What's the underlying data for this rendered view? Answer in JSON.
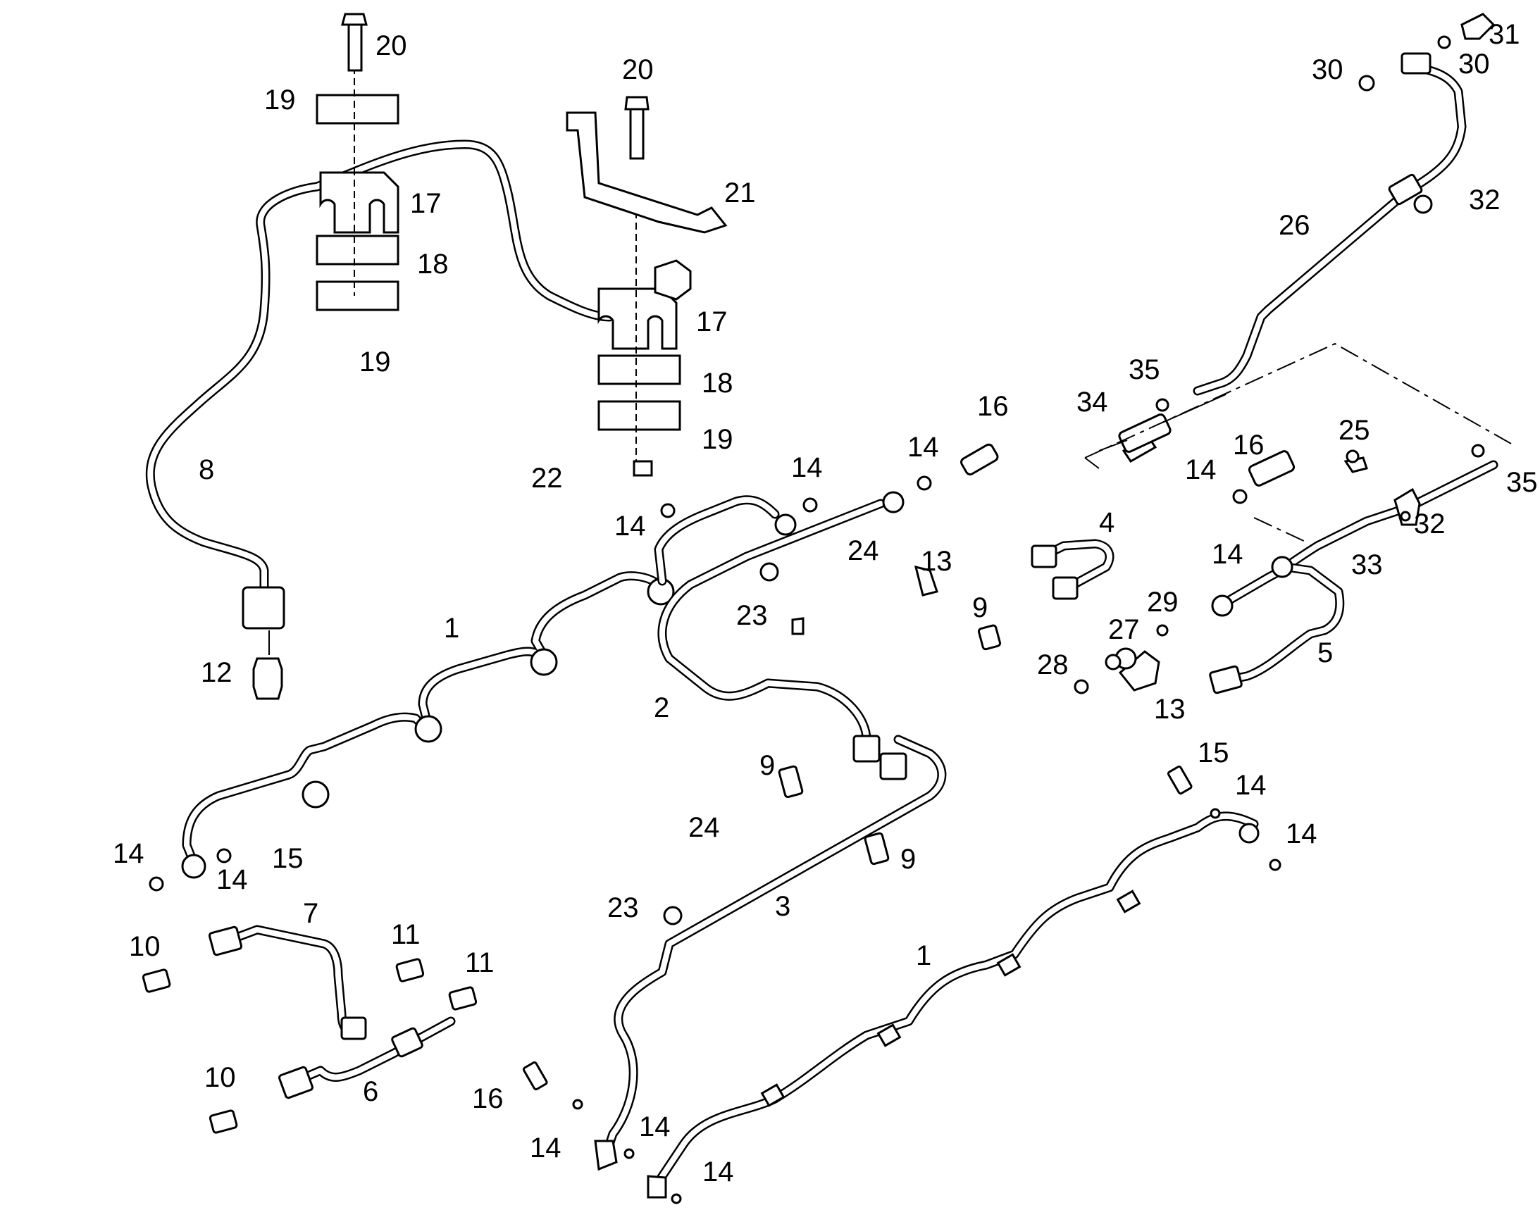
{
  "diagram": {
    "callouts": [
      "1",
      "2",
      "3",
      "4",
      "5",
      "6",
      "7",
      "8",
      "9",
      "10",
      "11",
      "12",
      "13",
      "14",
      "15",
      "16",
      "17",
      "18",
      "19",
      "20",
      "21",
      "22",
      "23",
      "24",
      "25",
      "26",
      "27",
      "28",
      "29",
      "30",
      "31",
      "32",
      "33",
      "34",
      "35"
    ],
    "colors": {
      "ink": "#000000",
      "paper": "#ffffff"
    }
  }
}
